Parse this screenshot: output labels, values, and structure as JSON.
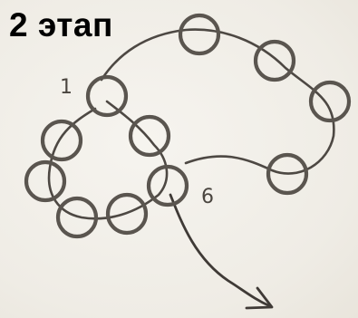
{
  "title": "2 этап",
  "labels": {
    "start": "1",
    "end": "6"
  },
  "colors": {
    "background": "#f3f1ec",
    "ink": "#5a554f",
    "title": "#000000"
  }
}
